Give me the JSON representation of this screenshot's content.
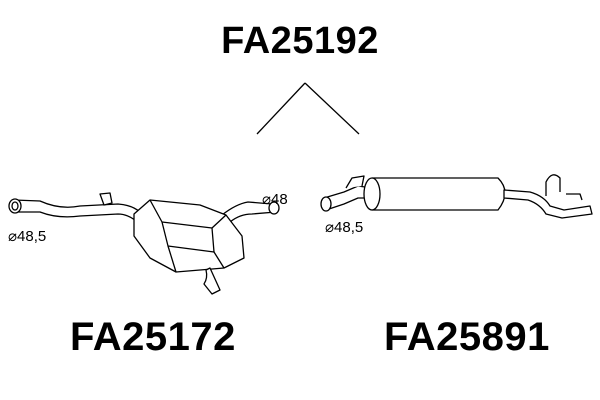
{
  "main_part": {
    "code": "FA25192"
  },
  "left_part": {
    "code": "FA25172",
    "inlet_diameter": "⌀48,5",
    "outlet_diameter": "⌀48"
  },
  "right_part": {
    "code": "FA25891",
    "inlet_diameter": "⌀48,5"
  },
  "colors": {
    "line": "#000000",
    "background": "#ffffff"
  }
}
